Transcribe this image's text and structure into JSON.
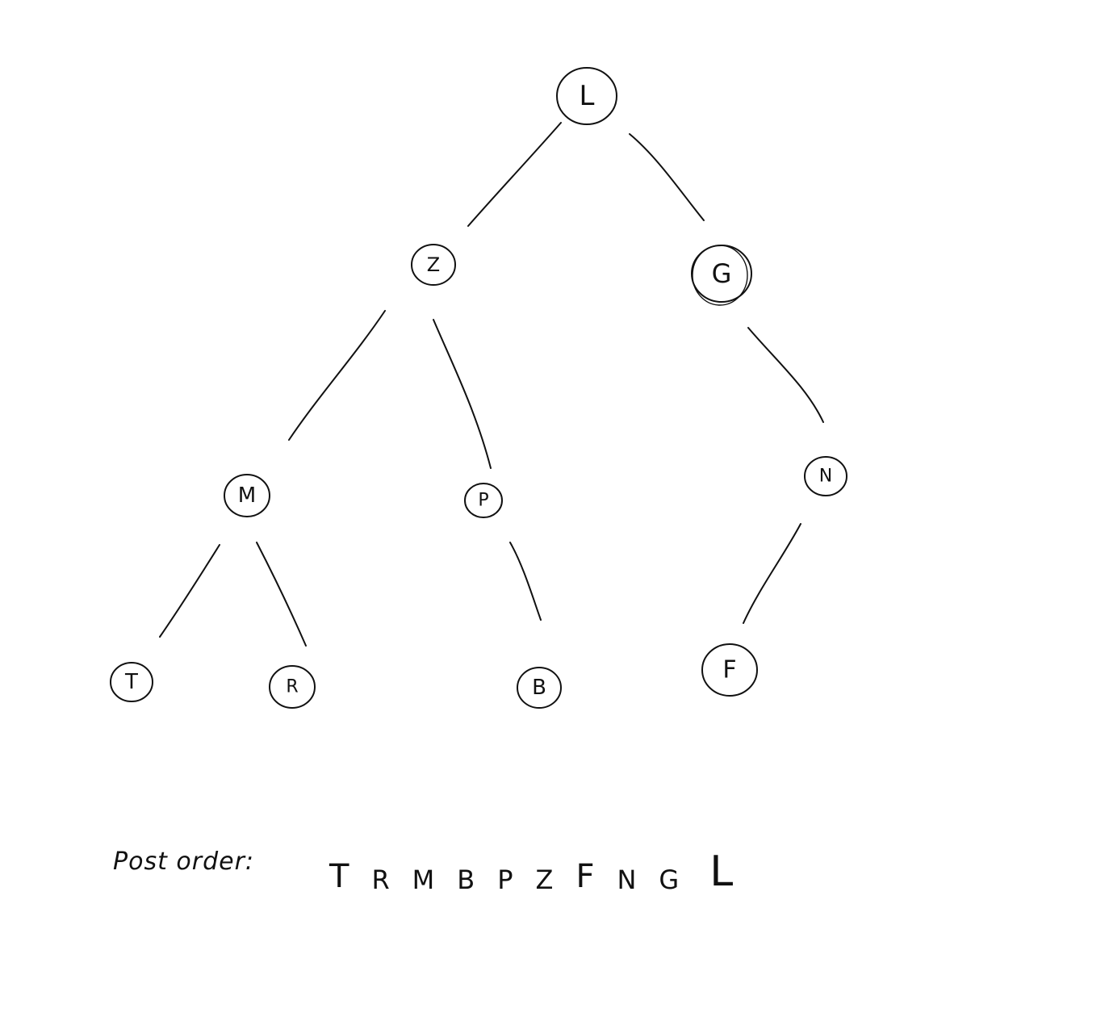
{
  "tree": {
    "nodes": [
      {
        "id": "L",
        "label": "L"
      },
      {
        "id": "Z",
        "label": "Z"
      },
      {
        "id": "G",
        "label": "G"
      },
      {
        "id": "M",
        "label": "M"
      },
      {
        "id": "P",
        "label": "P"
      },
      {
        "id": "N",
        "label": "N"
      },
      {
        "id": "T",
        "label": "T"
      },
      {
        "id": "R",
        "label": "R"
      },
      {
        "id": "B",
        "label": "B"
      },
      {
        "id": "F",
        "label": "F"
      }
    ],
    "edges": [
      {
        "from": "L",
        "to": "Z"
      },
      {
        "from": "L",
        "to": "G"
      },
      {
        "from": "Z",
        "to": "M"
      },
      {
        "from": "Z",
        "to": "P"
      },
      {
        "from": "G",
        "to": "N"
      },
      {
        "from": "M",
        "to": "T"
      },
      {
        "from": "M",
        "to": "R"
      },
      {
        "from": "P",
        "to": "B"
      },
      {
        "from": "N",
        "to": "F"
      }
    ]
  },
  "traversal": {
    "caption": "Post order:",
    "sequence": [
      "T",
      "R",
      "M",
      "B",
      "P",
      "Z",
      "F",
      "N",
      "G",
      "L"
    ]
  }
}
